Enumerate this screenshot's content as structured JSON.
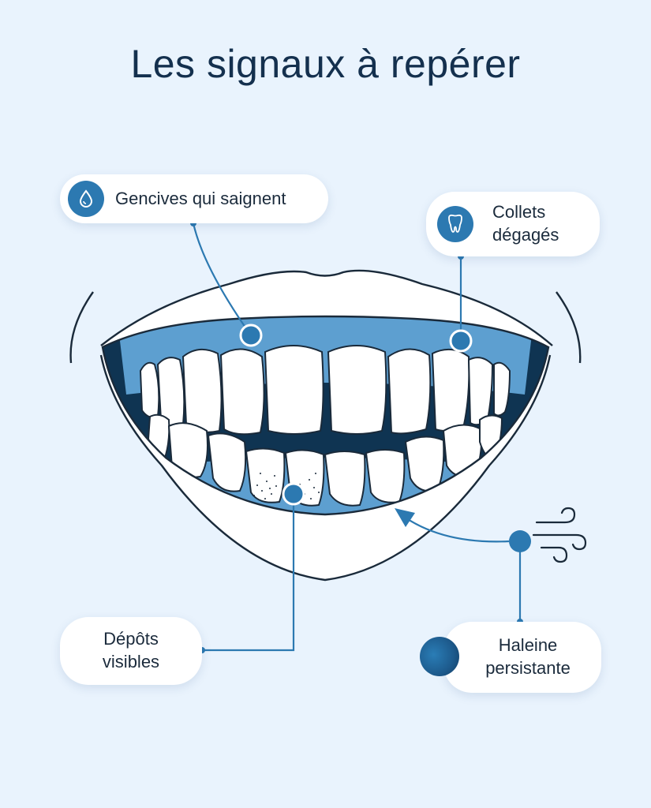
{
  "title": "Les signaux à repérer",
  "callouts": {
    "gencives": "Gencives qui saignent",
    "collets_line1": "Collets",
    "collets_line2": "dégagés",
    "depots_line1": "Dépôts",
    "depots_line2": "visibles",
    "haleine_line1": "Haleine",
    "haleine_line2": "persistante"
  },
  "icons": {
    "gencives": "drop-icon",
    "collets": "tooth-icon",
    "haleine": "wind-icon"
  },
  "colors": {
    "background": "#e9f3fd",
    "accent": "#2c79b1",
    "gum": "#5d9fd0",
    "mouth_dark": "#0f3452",
    "outline": "#1a2a3a"
  }
}
